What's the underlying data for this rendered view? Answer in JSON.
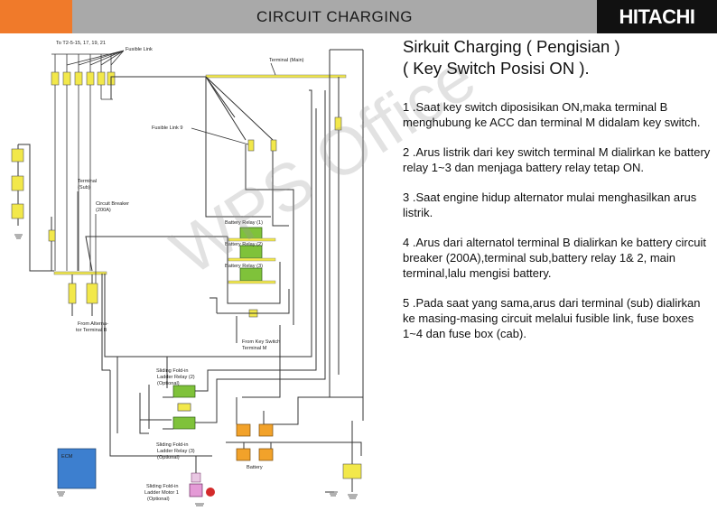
{
  "header": {
    "title": "CIRCUIT CHARGING",
    "brand": "HITACHI",
    "colors": {
      "accent": "#f07a2a",
      "bar": "#a9a9a9",
      "brand_bg": "#111111"
    }
  },
  "panel": {
    "title_line1": "Sirkuit Charging ( Pengisian )",
    "title_line2": "( Key Switch Posisi ON ).",
    "items": [
      "1 .Saat key switch diposisikan ON,maka terminal B menghubung ke ACC dan terminal M didalam key switch.",
      "2 .Arus listrik dari key switch terminal M dialirkan ke battery relay 1~3 dan menjaga battery relay tetap ON.",
      "3 .Saat engine hidup alternator mulai menghasilkan arus listrik.",
      "4 .Arus dari alternatol terminal B dialirkan ke battery circuit breaker (200A),terminal sub,battery relay 1& 2, main terminal,lalu mengisi battery.",
      "5 .Pada saat yang sama,arus dari terminal (sub) dialirkan ke masing-masing circuit melalui fusible link, fuse boxes 1~4 dan fuse box (cab)."
    ]
  },
  "diagram": {
    "labels": {
      "to_t2": "To T2-5-15, 17, 19, 21",
      "fusible_link": "Fusible Link",
      "terminal_main": "Terminal (Main)",
      "fusible_link_9": "Fusible Link 9",
      "terminal_sub_1": "Terminal",
      "terminal_sub_2": "(Sub)",
      "circuit_breaker_1": "Circuit Breaker",
      "circuit_breaker_2": "(200A)",
      "battery_relay_1": "Battery Relay (1)",
      "battery_relay_2": "Battery Relay (2)",
      "battery_relay_3": "Battery Relay (3)",
      "from_alternator_1": "From Alterna-",
      "from_alternator_2": "tor Terminal B",
      "from_key_switch_1": "From Key Switch",
      "from_key_switch_2": "Terminal M",
      "sliding_relay_2_1": "Sliding Fold-in",
      "sliding_relay_2_2": "Ladder Relay (2)",
      "sliding_relay_2_3": "(Optional)",
      "sliding_relay_3_1": "Sliding Fold-in",
      "sliding_relay_3_2": "Ladder Relay (3)",
      "sliding_relay_3_3": "(Optional)",
      "ecm": "ECM",
      "battery": "Battery",
      "sliding_motor_1": "Sliding Fold-in",
      "sliding_motor_2": "Ladder Motor 1",
      "sliding_motor_3": "(Optional)"
    }
  },
  "watermark": "WPS Office"
}
